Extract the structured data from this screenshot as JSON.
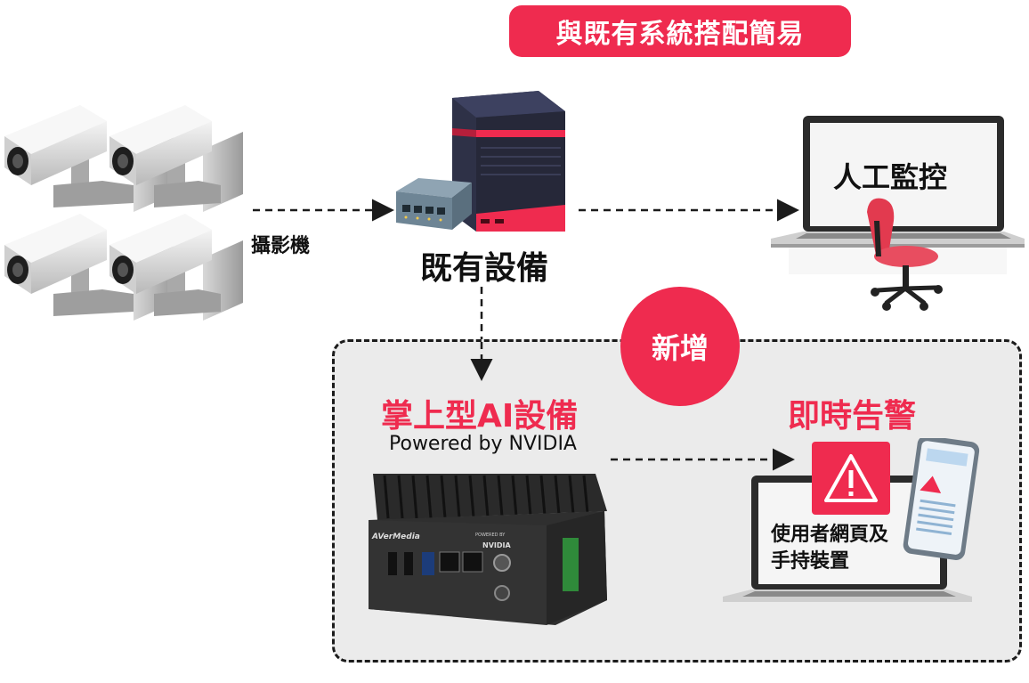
{
  "header": {
    "title": "與既有系統搭配簡易"
  },
  "cameras": {
    "label": "攝影機"
  },
  "existing": {
    "label": "既有設備"
  },
  "monitor": {
    "label": "人工監控"
  },
  "new_section": {
    "badge": "新增"
  },
  "ai_device": {
    "title": "掌上型AI設備",
    "subtitle": "Powered by NVIDIA",
    "brand": "AVerMedia",
    "chip_brand": "NVIDIA",
    "chip_prefix": "POWERED BY"
  },
  "alert": {
    "title": "即時告警",
    "description_line1": "使用者網頁及",
    "description_line2": "手持裝置"
  },
  "colors": {
    "accent": "#ef2b4f",
    "arrow": "#1b1b1b",
    "panel": "#ebebeb"
  }
}
